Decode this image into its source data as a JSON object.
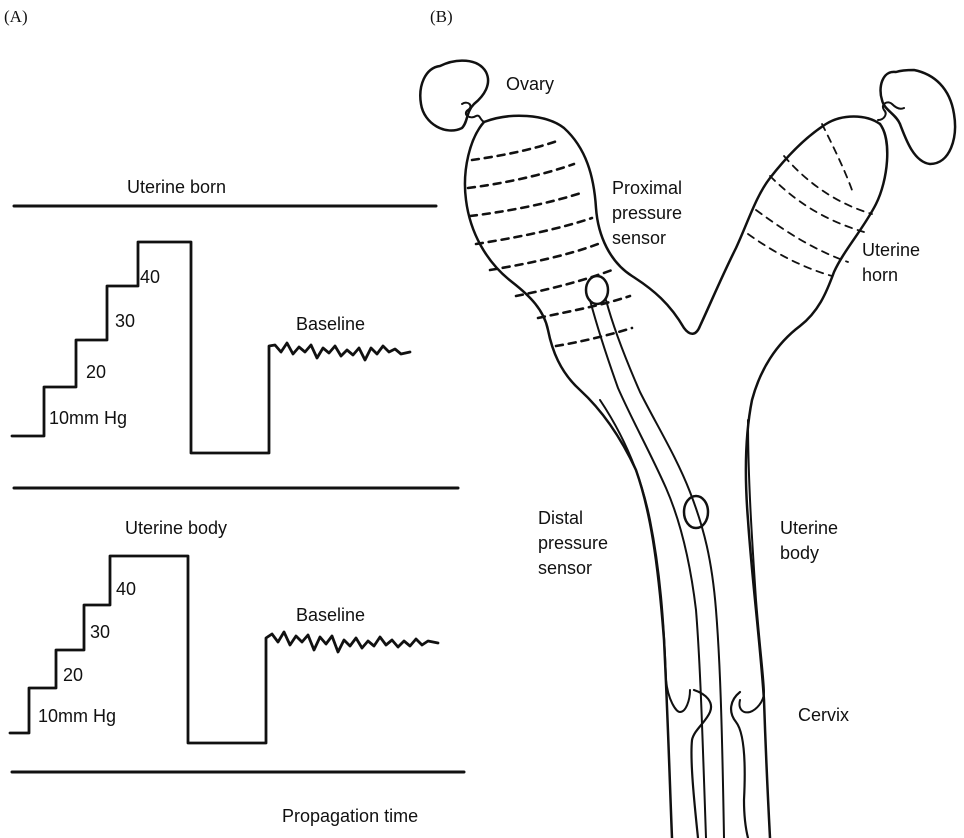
{
  "panels": {
    "a": {
      "label": "(A)"
    },
    "b": {
      "label": "(B)"
    }
  },
  "panel_a": {
    "trace_top": {
      "title": "Uterine born",
      "steps": [
        "10mm Hg",
        "20",
        "30",
        "40"
      ],
      "baseline": "Baseline"
    },
    "trace_bottom": {
      "title": "Uterine body",
      "steps": [
        "10mm Hg",
        "20",
        "30",
        "40"
      ],
      "baseline": "Baseline"
    },
    "footer": "Propagation time"
  },
  "panel_b": {
    "ovary": "Ovary",
    "proximal_sensor": [
      "Proximal",
      "pressure",
      "sensor"
    ],
    "uterine_horn": [
      "Uterine",
      "horn"
    ],
    "distal_sensor": [
      "Distal",
      "pressure",
      "sensor"
    ],
    "uterine_body": [
      "Uterine",
      "body"
    ],
    "cervix": "Cervix"
  }
}
